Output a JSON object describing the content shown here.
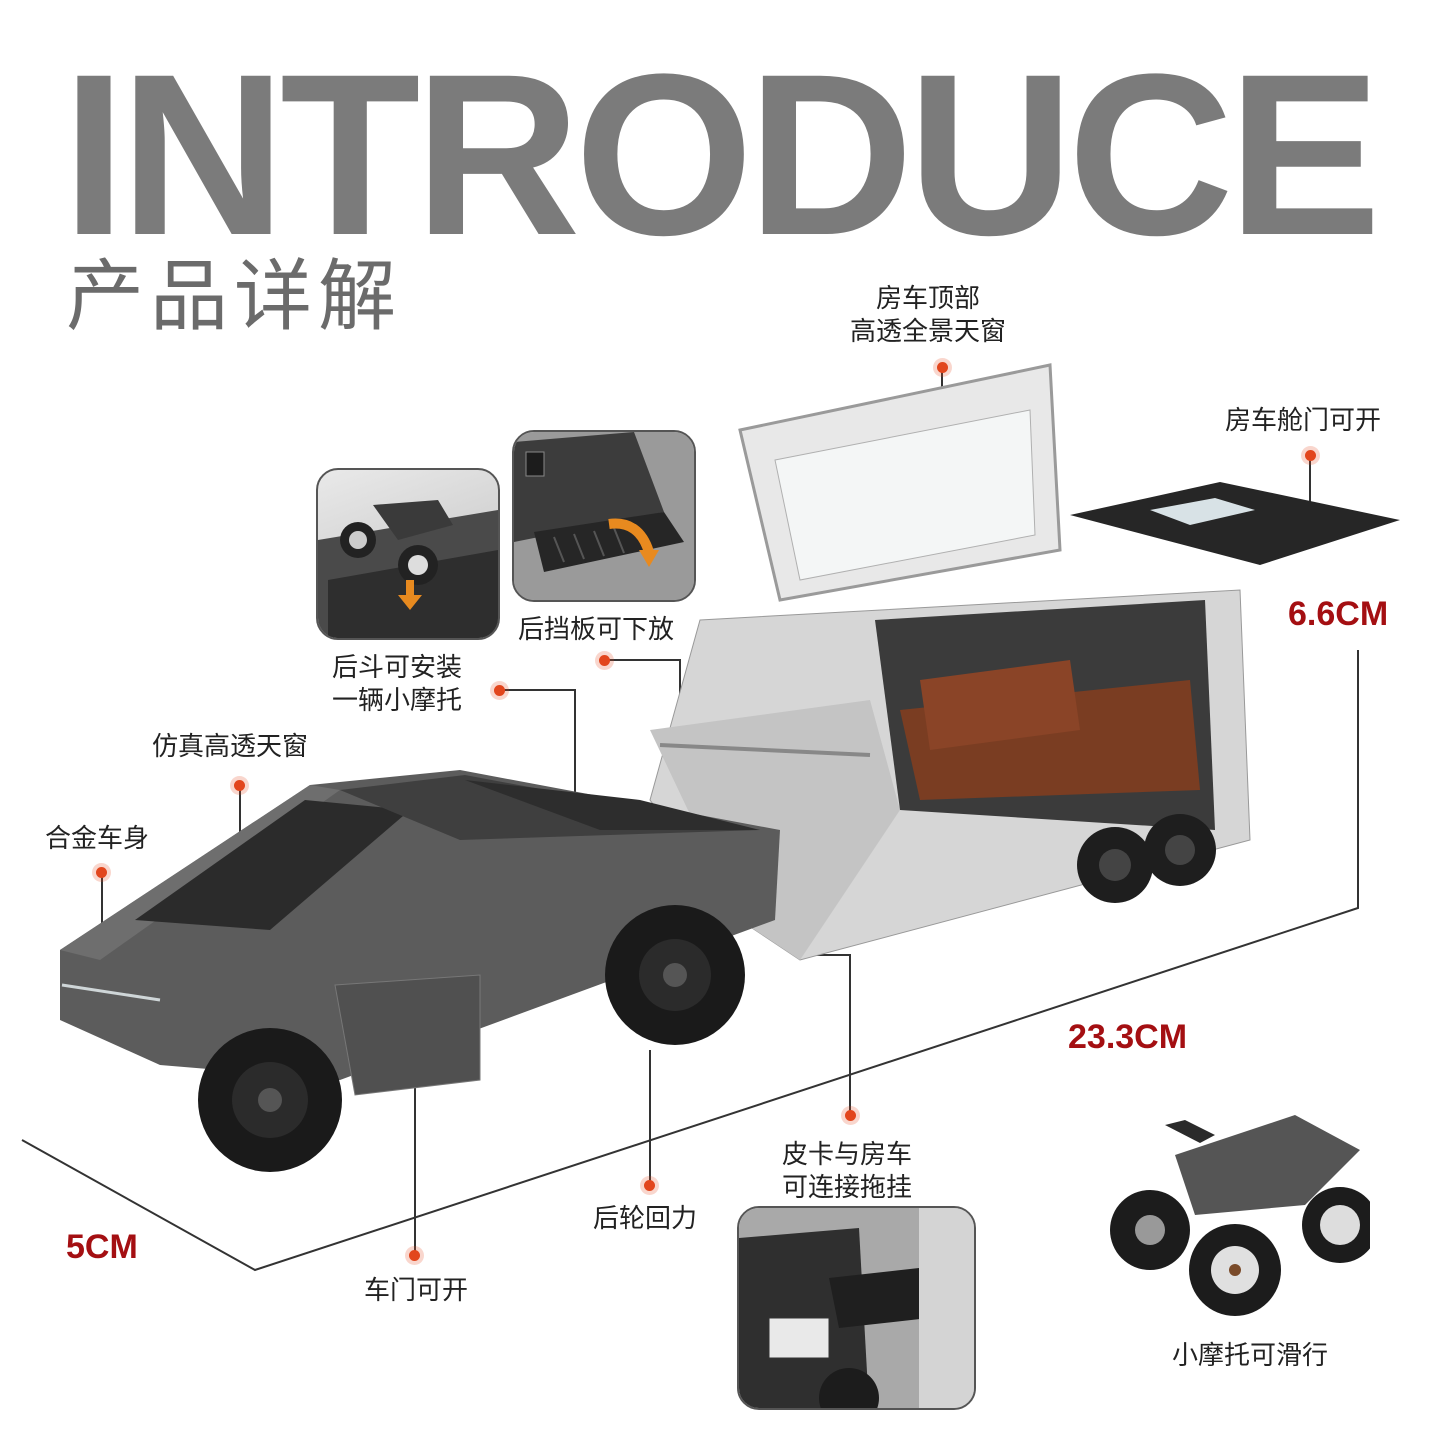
{
  "header": {
    "title": "INTRODUCE",
    "subtitle": "产品详解"
  },
  "callouts": {
    "roof_window": [
      "房车顶部",
      "高透全景天窗"
    ],
    "hatch_open": "房车舱门可开",
    "tailgate": "后挡板可下放",
    "bed_motorbike": [
      "后斗可安装",
      "一辆小摩托"
    ],
    "sunroof": "仿真高透天窗",
    "alloy_body": "合金车身",
    "hitch": [
      "皮卡与房车",
      "可连接拖挂"
    ],
    "pullback": "后轮回力",
    "door_open": "车门可开",
    "bike_glide": "小摩托可滑行"
  },
  "dimensions": {
    "height": "6.6CM",
    "length": "23.3CM",
    "width": "5CM"
  },
  "colors": {
    "title_gray": "#7b7b7b",
    "dimension_red": "#a40f12",
    "callout_dot": "#e2461d"
  }
}
